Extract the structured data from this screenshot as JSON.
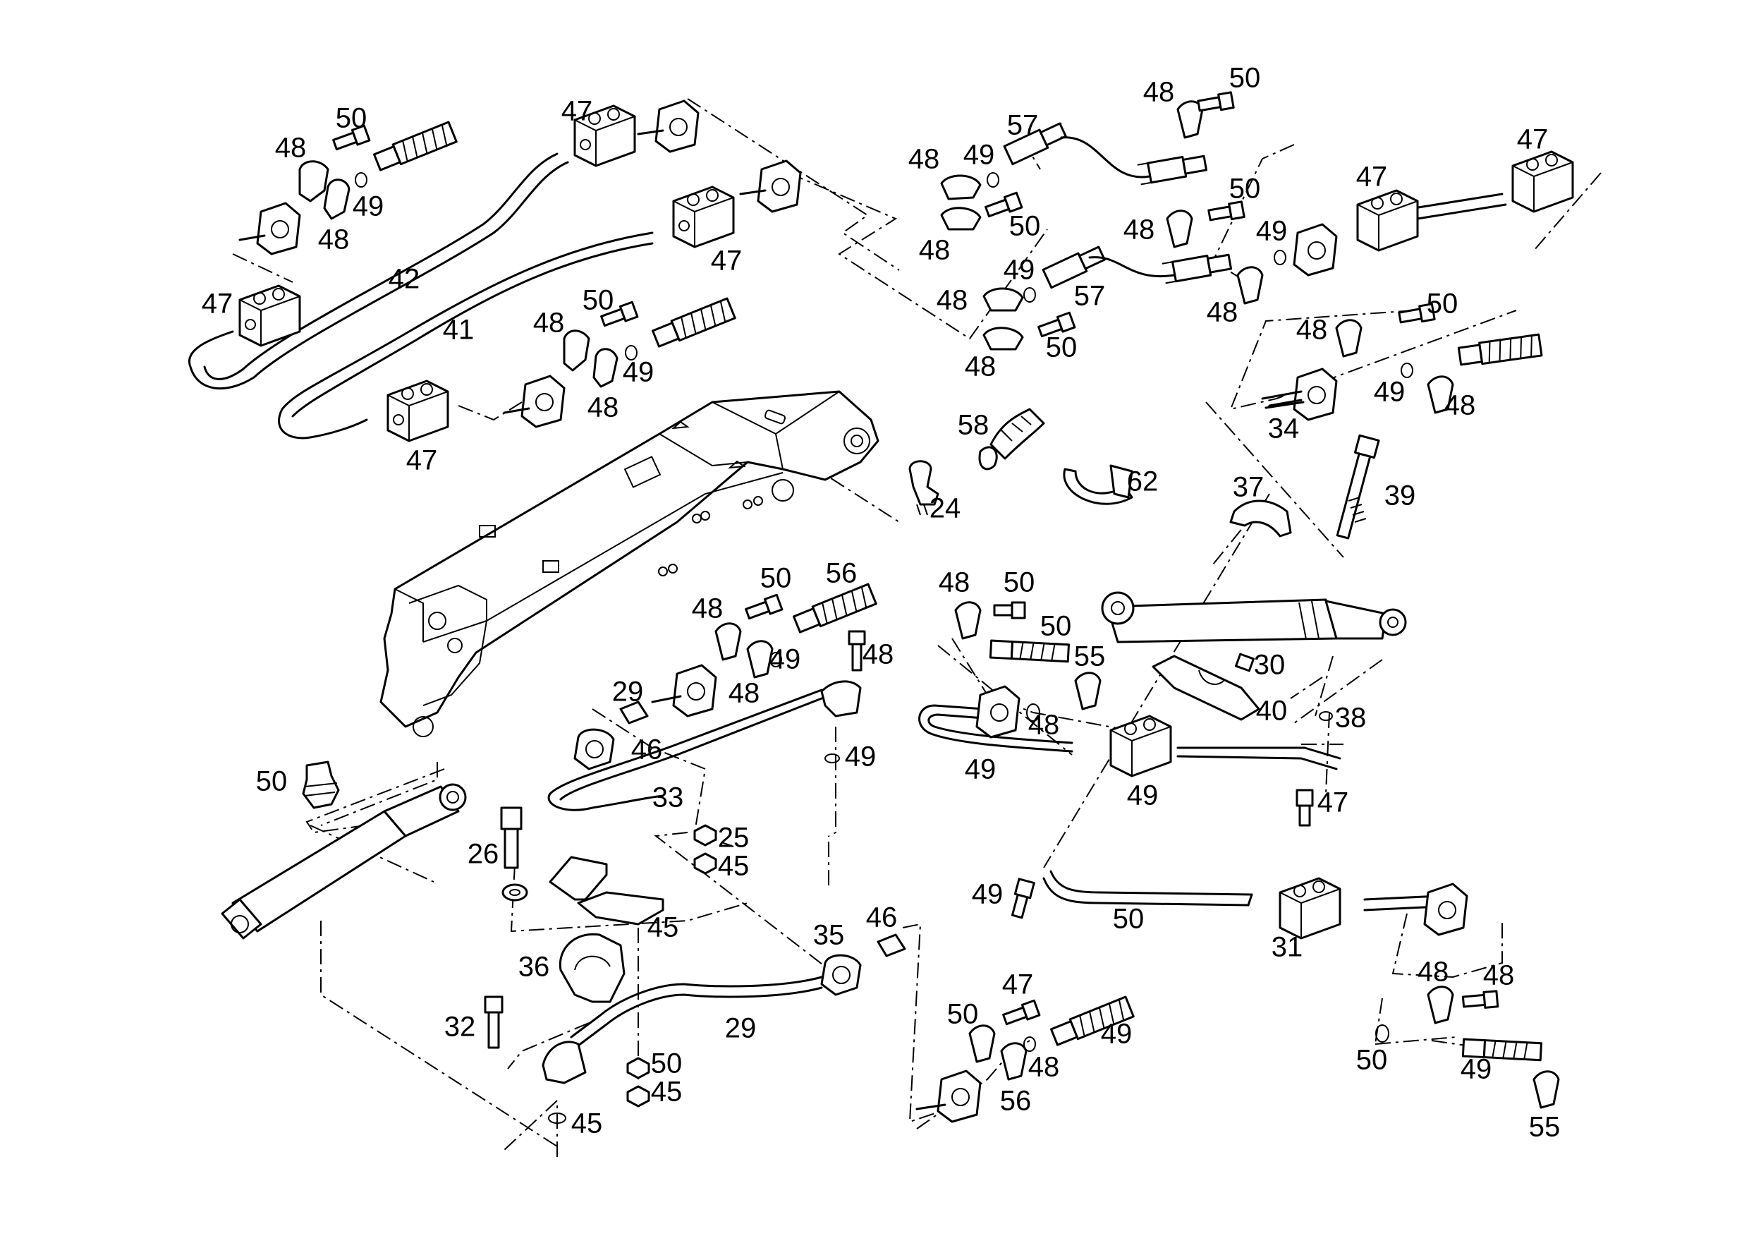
{
  "diagram": {
    "callouts": [
      {
        "id": "c50a",
        "text": "50"
      },
      {
        "id": "c48a",
        "text": "48"
      },
      {
        "id": "c49a",
        "text": "49"
      },
      {
        "id": "c48b",
        "text": "48"
      },
      {
        "id": "c47a",
        "text": "47"
      },
      {
        "id": "c47b",
        "text": "47"
      },
      {
        "id": "c42",
        "text": "42"
      },
      {
        "id": "c41",
        "text": "41"
      },
      {
        "id": "c47c",
        "text": "47"
      },
      {
        "id": "c50b",
        "text": "50"
      },
      {
        "id": "c48c",
        "text": "48"
      },
      {
        "id": "c49b",
        "text": "49"
      },
      {
        "id": "c48d",
        "text": "48"
      },
      {
        "id": "c47d",
        "text": "47"
      },
      {
        "id": "c48e",
        "text": "48"
      },
      {
        "id": "c49c",
        "text": "49"
      },
      {
        "id": "c57a",
        "text": "57"
      },
      {
        "id": "c50c",
        "text": "50"
      },
      {
        "id": "c48f",
        "text": "48"
      },
      {
        "id": "c48g",
        "text": "48"
      },
      {
        "id": "c49d",
        "text": "49"
      },
      {
        "id": "c57b",
        "text": "57"
      },
      {
        "id": "c50d",
        "text": "50"
      },
      {
        "id": "c48h",
        "text": "48"
      },
      {
        "id": "c48i",
        "text": "48"
      },
      {
        "id": "c50e",
        "text": "50"
      },
      {
        "id": "c48j",
        "text": "48"
      },
      {
        "id": "c50f",
        "text": "50"
      },
      {
        "id": "c49e",
        "text": "49"
      },
      {
        "id": "c48k",
        "text": "48"
      },
      {
        "id": "c47e",
        "text": "47"
      },
      {
        "id": "c47f",
        "text": "47"
      },
      {
        "id": "c48l",
        "text": "48"
      },
      {
        "id": "c50g",
        "text": "50"
      },
      {
        "id": "c49f",
        "text": "49"
      },
      {
        "id": "c48m",
        "text": "48"
      },
      {
        "id": "c34",
        "text": "34"
      },
      {
        "id": "c58",
        "text": "58"
      },
      {
        "id": "c24",
        "text": "24"
      },
      {
        "id": "c62",
        "text": "62"
      },
      {
        "id": "c37",
        "text": "37"
      },
      {
        "id": "c39",
        "text": "39"
      },
      {
        "id": "c48n",
        "text": "48"
      },
      {
        "id": "c50h",
        "text": "50"
      },
      {
        "id": "c56a",
        "text": "56"
      },
      {
        "id": "c48o",
        "text": "48"
      },
      {
        "id": "c50i",
        "text": "50"
      },
      {
        "id": "c49g",
        "text": "49"
      },
      {
        "id": "c48p",
        "text": "48"
      },
      {
        "id": "c29a",
        "text": "29"
      },
      {
        "id": "c46a",
        "text": "46"
      },
      {
        "id": "c33",
        "text": "33"
      },
      {
        "id": "c49h",
        "text": "49"
      },
      {
        "id": "c48q",
        "text": "48"
      },
      {
        "id": "c50j",
        "text": "50"
      },
      {
        "id": "c55a",
        "text": "55"
      },
      {
        "id": "c48r",
        "text": "48"
      },
      {
        "id": "c49i",
        "text": "49"
      },
      {
        "id": "c30",
        "text": "30"
      },
      {
        "id": "c40",
        "text": "40"
      },
      {
        "id": "c38",
        "text": "38"
      },
      {
        "id": "c49j",
        "text": "49"
      },
      {
        "id": "c47g",
        "text": "47"
      },
      {
        "id": "c50k",
        "text": "50"
      },
      {
        "id": "c26",
        "text": "26"
      },
      {
        "id": "c25",
        "text": "25"
      },
      {
        "id": "c45a",
        "text": "45"
      },
      {
        "id": "c45b",
        "text": "45"
      },
      {
        "id": "c36",
        "text": "36"
      },
      {
        "id": "c35",
        "text": "35"
      },
      {
        "id": "c46b",
        "text": "46"
      },
      {
        "id": "c29b",
        "text": "29"
      },
      {
        "id": "c32",
        "text": "32"
      },
      {
        "id": "c50l",
        "text": "50"
      },
      {
        "id": "c45c",
        "text": "45"
      },
      {
        "id": "c45d",
        "text": "45"
      },
      {
        "id": "c49k",
        "text": "49"
      },
      {
        "id": "c50m",
        "text": "50"
      },
      {
        "id": "c31",
        "text": "31"
      },
      {
        "id": "c47h",
        "text": "47"
      },
      {
        "id": "c50n",
        "text": "50"
      },
      {
        "id": "c48s",
        "text": "48"
      },
      {
        "id": "c49l",
        "text": "49"
      },
      {
        "id": "c56b",
        "text": "56"
      },
      {
        "id": "c48t",
        "text": "48"
      },
      {
        "id": "c48u",
        "text": "48"
      },
      {
        "id": "c50o",
        "text": "50"
      },
      {
        "id": "c49m",
        "text": "49"
      },
      {
        "id": "c55b",
        "text": "55"
      },
      {
        "id": "c48v",
        "text": "48"
      }
    ]
  }
}
